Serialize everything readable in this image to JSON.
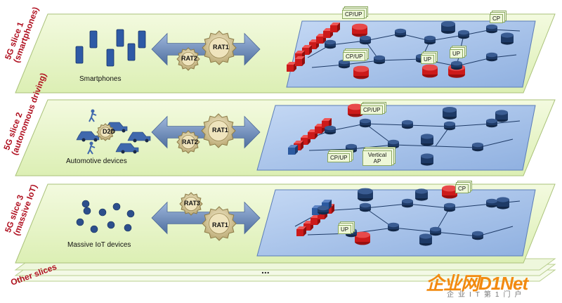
{
  "slices": [
    {
      "label_1": "5G slice 1",
      "label_2": "(smartphones)",
      "devices": "Smartphones",
      "rats": [
        "RAT2",
        "RAT1"
      ],
      "tags": [
        {
          "text": "CP/UP"
        },
        {
          "text": "CP/UP"
        },
        {
          "text": "UP"
        },
        {
          "text": "UP"
        },
        {
          "text": "CP"
        }
      ]
    },
    {
      "label_1": "5G slice 2",
      "label_2": "(autonomous driving)",
      "devices": "Automotive devices",
      "rats": [
        "RAT2",
        "RAT1"
      ],
      "d2d": "D2D",
      "tags": [
        {
          "text": "CP/UP"
        },
        {
          "text": "CP/UP"
        },
        {
          "text": "Vertical AP"
        }
      ]
    },
    {
      "label_1": "5G slice 3",
      "label_2": "(massive IoT)",
      "devices": "Massive IoT devices",
      "rats": [
        "RAT3",
        "RAT1"
      ],
      "tags": [
        {
          "text": "CP"
        },
        {
          "text": "UP"
        }
      ]
    }
  ],
  "other_slices": "Other slices",
  "ellipsis": "...",
  "watermark": {
    "main": "企业网D1Net",
    "sub": "企业IT第1门户"
  },
  "colors": {
    "slice_fill": "#e6f4c8",
    "network_fill": "#a9c4ec",
    "red": "#cc1a1a",
    "navy": "#1e3a66",
    "arrow": "#6f8fbf"
  }
}
